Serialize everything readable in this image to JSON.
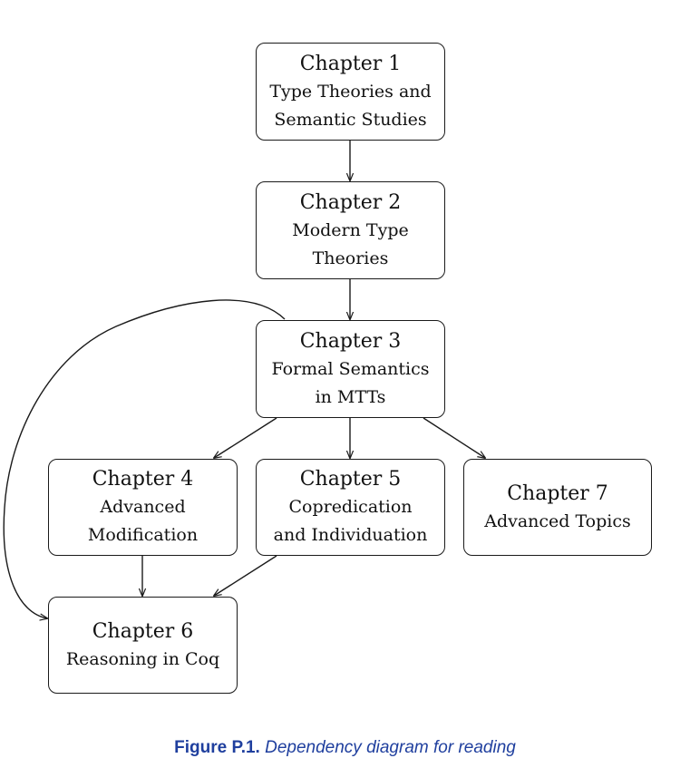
{
  "nodes": {
    "ch1": {
      "title": "Chapter 1",
      "lines": [
        "Type Theories and",
        "Semantic Studies"
      ]
    },
    "ch2": {
      "title": "Chapter 2",
      "lines": [
        "Modern Type",
        "Theories"
      ]
    },
    "ch3": {
      "title": "Chapter 3",
      "lines": [
        "Formal Semantics",
        "in MTTs"
      ]
    },
    "ch4": {
      "title": "Chapter 4",
      "lines": [
        "Advanced",
        "Modification"
      ]
    },
    "ch5": {
      "title": "Chapter 5",
      "lines": [
        "Copredication",
        "and Individuation"
      ]
    },
    "ch6": {
      "title": "Chapter 6",
      "lines": [
        "Reasoning in Coq"
      ]
    },
    "ch7": {
      "title": "Chapter 7",
      "lines": [
        "Advanced Topics"
      ]
    }
  },
  "edges": [
    {
      "from": "Chapter 1",
      "to": "Chapter 2"
    },
    {
      "from": "Chapter 2",
      "to": "Chapter 3"
    },
    {
      "from": "Chapter 3",
      "to": "Chapter 4"
    },
    {
      "from": "Chapter 3",
      "to": "Chapter 5"
    },
    {
      "from": "Chapter 3",
      "to": "Chapter 7"
    },
    {
      "from": "Chapter 3",
      "to": "Chapter 6"
    },
    {
      "from": "Chapter 4",
      "to": "Chapter 6"
    },
    {
      "from": "Chapter 5",
      "to": "Chapter 6"
    }
  ],
  "caption": {
    "label": "Figure P.1.",
    "text": "Dependency diagram for reading"
  },
  "colors": {
    "ink": "#1a1a1a",
    "caption": "#1f3f9e"
  }
}
